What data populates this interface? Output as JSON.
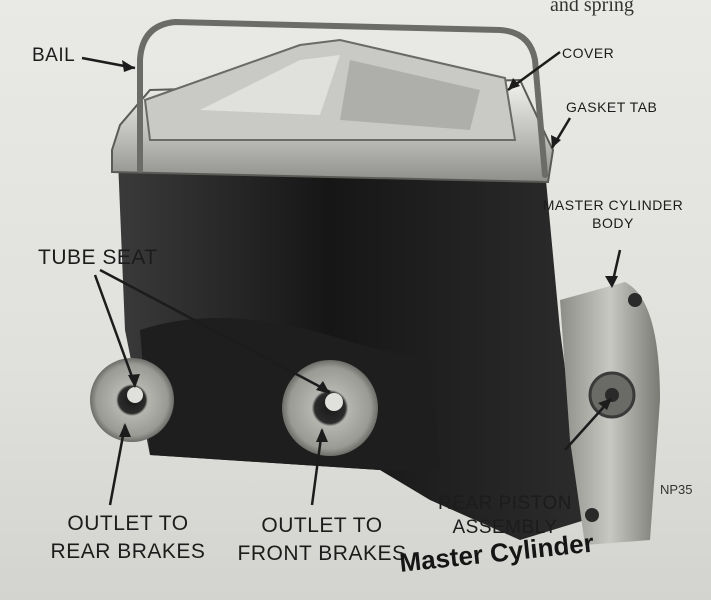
{
  "header_note": "and spring",
  "labels": {
    "bail": "BAIL",
    "cover": "COVER",
    "gasket_tab": "GASKET TAB",
    "master_cylinder_body_line1": "MASTER CYLINDER",
    "master_cylinder_body_line2": "BODY",
    "tube_seat": "TUBE SEAT",
    "outlet_rear_line1": "OUTLET TO",
    "outlet_rear_line2": "REAR BRAKES",
    "outlet_front_line1": "OUTLET TO",
    "outlet_front_line2": "FRONT BRAKES",
    "rear_piston_line1": "REAR PISTON",
    "rear_piston_line2": "ASSEMBLY"
  },
  "figure_code": "NP35",
  "caption": "Master Cylinder"
}
